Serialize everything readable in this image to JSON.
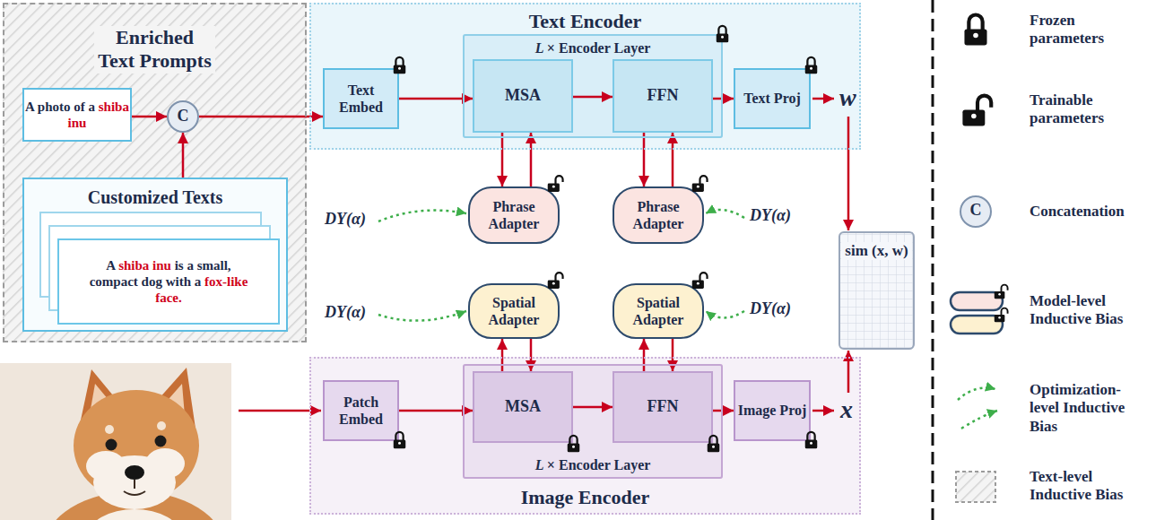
{
  "diagram": {
    "nodes": [
      {
        "text": [
          "Enriched Text Prompts"
        ]
      },
      {
        "text": [
          "A photo of a shiba inu"
        ],
        "in": 0
      },
      {
        "text": [
          "C"
        ],
        "in": 0
      },
      {
        "text": [
          "Customized Texts"
        ],
        "in": 0
      },
      {
        "text": [
          "A shiba inu is a small, compact dog with a fox-like face."
        ],
        "in": 3
      },
      {
        "text": [
          "Text Encoder"
        ]
      },
      {
        "text": [
          "Text Embed"
        ],
        "in": 5
      },
      {
        "text": [
          "L × Encoder Layer"
        ],
        "in": 5
      },
      {
        "text": [
          "MSA"
        ],
        "in": 7
      },
      {
        "text": [
          "FFN"
        ],
        "in": 7
      },
      {
        "text": [
          "Text Proj"
        ],
        "in": 5
      },
      {
        "text": [
          "Phrase Adapter"
        ]
      },
      {
        "text": [
          "Phrase Adapter"
        ]
      },
      {
        "text": [
          "Spatial Adapter"
        ]
      },
      {
        "text": [
          "Spatial Adapter"
        ]
      },
      {
        "text": [
          "sim (x, w)"
        ]
      },
      {
        "text": [
          "Image Encoder"
        ]
      },
      {
        "text": [
          "Patch Embed"
        ],
        "in": 16
      },
      {
        "text": [
          "L × Encoder Layer"
        ],
        "in": 16
      },
      {
        "text": [
          "MSA"
        ],
        "in": 18
      },
      {
        "text": [
          "FFN"
        ],
        "in": 18
      },
      {
        "text": [
          "Image Proj"
        ],
        "in": 16
      }
    ],
    "edges": [
      {
        "from": 1,
        "to": 2,
        "arrow": "to"
      },
      {
        "from": 3,
        "to": 2,
        "arrow": "to"
      },
      {
        "from": 2,
        "to": 6,
        "arrow": "to"
      },
      {
        "from": 6,
        "to": 8,
        "arrow": "to"
      },
      {
        "from": 8,
        "to": 9,
        "arrow": "to"
      },
      {
        "from": 9,
        "to": 10,
        "arrow": "to"
      },
      {
        "from": 8,
        "to": 11,
        "arrow": "to"
      },
      {
        "from": 11,
        "to": 8,
        "arrow": "to"
      },
      {
        "from": 9,
        "to": 12,
        "arrow": "to"
      },
      {
        "from": 12,
        "to": 9,
        "arrow": "to"
      },
      {
        "from": 17,
        "to": 19,
        "arrow": "to"
      },
      {
        "from": 19,
        "to": 20,
        "arrow": "to"
      },
      {
        "from": 20,
        "to": 21,
        "arrow": "to"
      },
      {
        "from": 19,
        "to": 13,
        "arrow": "to"
      },
      {
        "from": 13,
        "to": 19,
        "arrow": "to"
      },
      {
        "from": 20,
        "to": 14,
        "arrow": "to"
      },
      {
        "from": 14,
        "to": 20,
        "arrow": "to"
      }
    ],
    "labels": [
      "w",
      "DY(α)",
      "DY(α)",
      "DY(α)",
      "DY(α)",
      "x",
      "C"
    ],
    "legend": [
      {
        "text": "Frozen parameters"
      },
      {
        "text": "Trainable parameters"
      },
      {
        "text": "Concatenation"
      },
      {
        "text": "Model-level Inductive Bias"
      },
      {
        "text": "Optimization-level Inductive Bias"
      },
      {
        "text": "Text-level Inductive Bias"
      }
    ]
  }
}
